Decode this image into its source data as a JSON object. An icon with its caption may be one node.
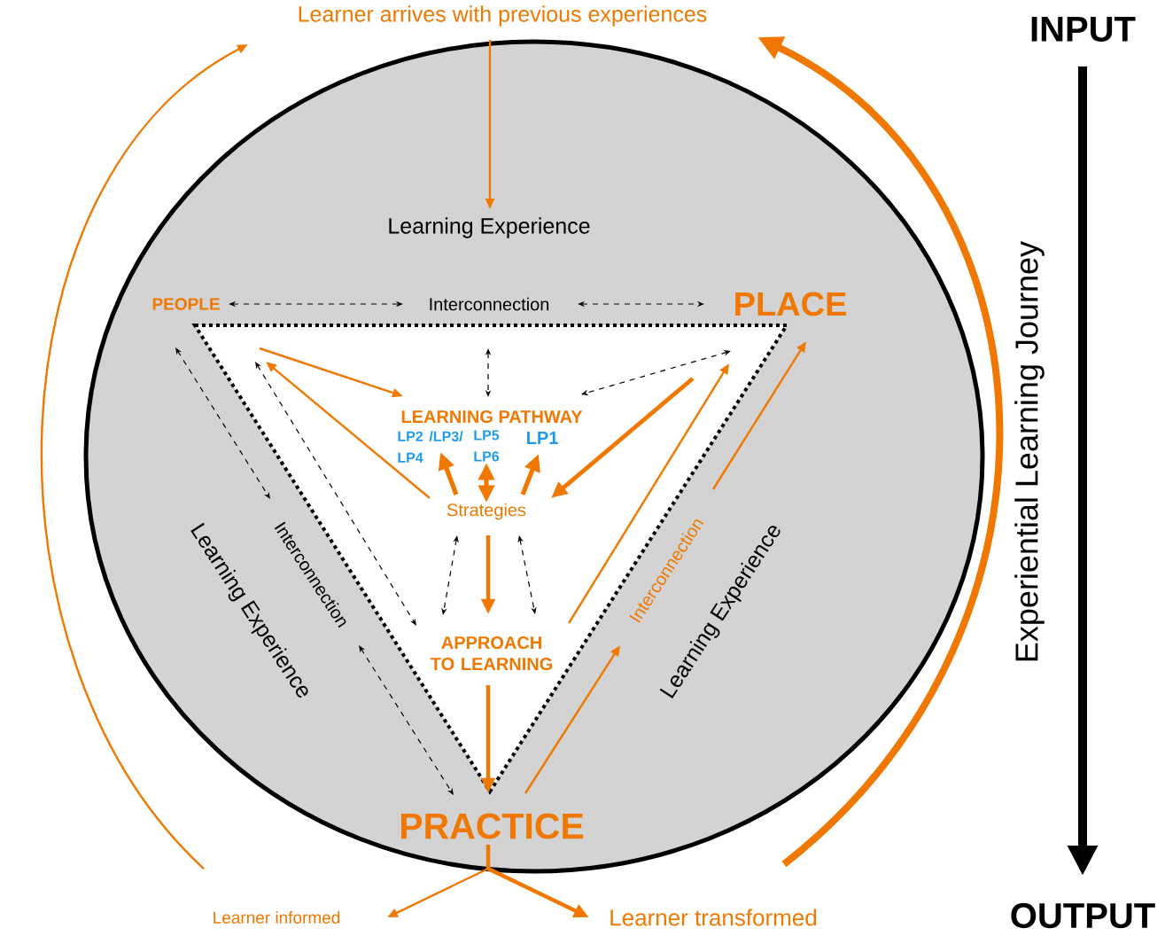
{
  "diagram": {
    "nodes": [
      {
        "text": [
          "Learner arrives with previous experiences"
        ]
      },
      {
        "text": [
          "INPUT"
        ]
      },
      {
        "text": [
          "OUTPUT"
        ]
      },
      {
        "text": [],
        "shape": "circle"
      },
      {
        "text": [],
        "shape": "triangle",
        "in": 3
      },
      {
        "text": [
          "PEOPLE"
        ],
        "in": 3
      },
      {
        "text": [
          "PLACE"
        ],
        "in": 3
      },
      {
        "text": [
          "PRACTICE"
        ],
        "in": 3
      },
      {
        "text": [
          "LEARNING PATHWAY"
        ],
        "in": 4
      },
      {
        "text": [
          "LP2 /LP3/ LP4"
        ],
        "in": 4
      },
      {
        "text": [
          "LP5 LP6"
        ],
        "in": 4
      },
      {
        "text": [
          "LP1"
        ],
        "in": 4
      },
      {
        "text": [
          "Strategies"
        ],
        "in": 4
      },
      {
        "text": [
          "APPROACH TO LEARNING"
        ],
        "in": 4
      },
      {
        "text": [
          "Learner informed"
        ]
      },
      {
        "text": [
          "Learner transformed"
        ]
      },
      {
        "text": [
          "Interconnection"
        ],
        "in": 3
      },
      {
        "text": [
          "Interconnection"
        ],
        "in": 3
      },
      {
        "text": [
          "Interconnection"
        ],
        "in": 3
      },
      {
        "text": [
          "Learning Experience"
        ],
        "in": 3
      }
    ],
    "edges": [
      {
        "from": 0,
        "to": 19,
        "arrow": "to"
      },
      {
        "from": 1,
        "to": 2,
        "arrow": "to",
        "label": "Experiential Learning Journey",
        "style": "thick",
        "color": "#000000"
      },
      {
        "from": 5,
        "to": 16,
        "arrow": "both",
        "style": "dashed",
        "color": "#000000"
      },
      {
        "from": 16,
        "to": 6,
        "arrow": "both",
        "style": "dashed",
        "color": "#000000"
      },
      {
        "from": 5,
        "to": 17,
        "arrow": "both",
        "style": "dashed",
        "color": "#000000"
      },
      {
        "from": 17,
        "to": 7,
        "arrow": "both",
        "style": "dashed",
        "color": "#000000"
      },
      {
        "from": 5,
        "to": 13,
        "arrow": "both",
        "style": "dashed",
        "color": "#000000"
      },
      {
        "from": 16,
        "to": 8,
        "arrow": "both",
        "style": "dashed",
        "color": "#000000"
      },
      {
        "from": 6,
        "to": 8,
        "arrow": "both",
        "style": "dashed",
        "color": "#000000"
      },
      {
        "from": 5,
        "to": 8,
        "arrow": "to"
      },
      {
        "from": 12,
        "to": 5,
        "arrow": "to"
      },
      {
        "from": 6,
        "to": 12,
        "arrow": "to",
        "style": "thick"
      },
      {
        "from": 13,
        "to": 6,
        "arrow": "to"
      },
      {
        "from": 12,
        "to": 9,
        "arrow": "to",
        "style": "thick"
      },
      {
        "from": 12,
        "to": 10,
        "arrow": "both",
        "style": "thick"
      },
      {
        "from": 12,
        "to": 11,
        "arrow": "to",
        "style": "thick"
      },
      {
        "from": 12,
        "to": 13,
        "arrow": "to",
        "style": "thick"
      },
      {
        "from": 13,
        "to": 7,
        "arrow": "to",
        "style": "thick"
      },
      {
        "from": 12,
        "to": 13,
        "arrow": "both",
        "style": "dashed",
        "color": "#000000"
      },
      {
        "from": 12,
        "to": 13,
        "arrow": "both",
        "style": "dashed",
        "color": "#000000"
      },
      {
        "from": 7,
        "to": 14,
        "arrow": "to"
      },
      {
        "from": 7,
        "to": 15,
        "arrow": "to",
        "style": "thick"
      },
      {
        "from": 14,
        "to": 0,
        "arrow": "to"
      },
      {
        "from": 15,
        "to": 0,
        "arrow": "to",
        "style": "thick"
      },
      {
        "from": 7,
        "to": 18,
        "arrow": "to"
      },
      {
        "from": 18,
        "to": 6,
        "arrow": "to"
      }
    ],
    "labels": [
      "Learning Experience",
      "Learning Experience"
    ]
  }
}
